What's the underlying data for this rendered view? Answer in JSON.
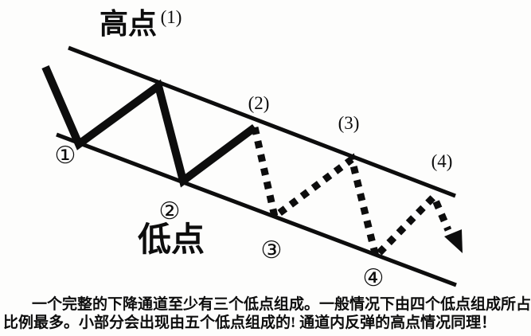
{
  "diagram": {
    "high_point_label": "高点",
    "high_point_sup": "(1)",
    "low_point_label": "低点",
    "high_marks": {
      "h2": "(2)",
      "h3": "(3)",
      "h4": "(4)"
    },
    "low_marks": {
      "l1": "①",
      "l2": "②",
      "l3": "③",
      "l4": "④"
    },
    "colors": {
      "ink": "#0d0d0d",
      "background": "#fdfdfc"
    }
  },
  "caption": {
    "line1": "一个完整的下降通道至少有三个低点组成。一般情况下由四个低点组成所占",
    "line2": "比例最多。小部分会出现由五个低点组成的! 通道内反弹的高点情况同理！"
  }
}
